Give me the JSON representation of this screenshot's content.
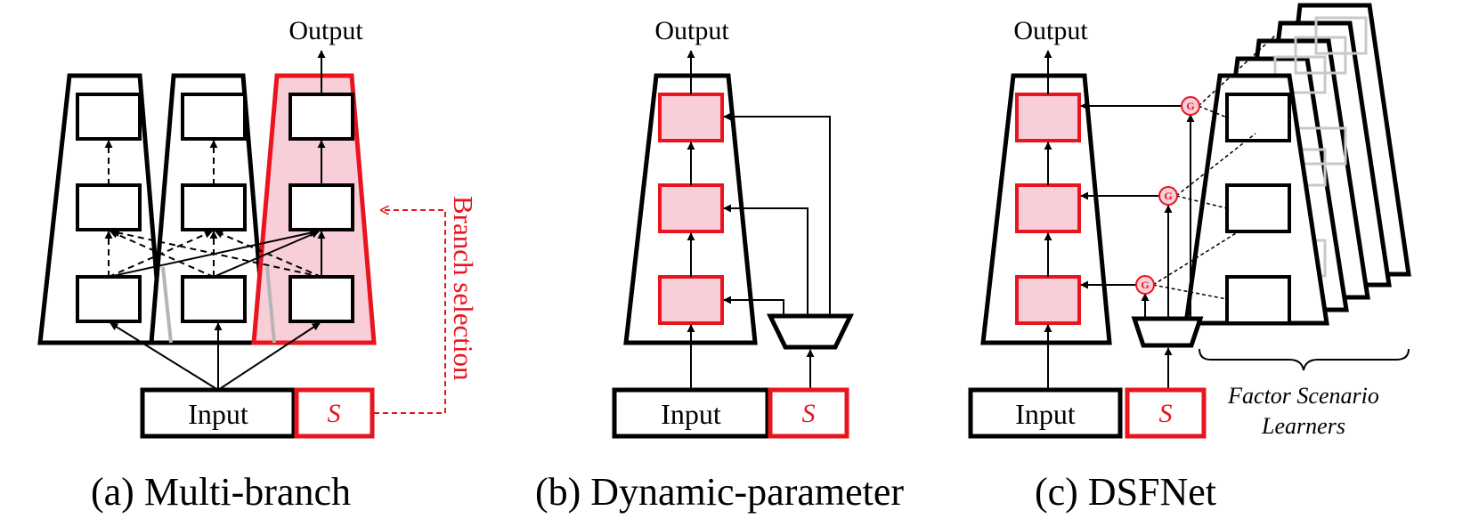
{
  "panel_a": {
    "output_label": "Output",
    "input_label": "Input",
    "s_label": "S",
    "side_label": "Branch selection",
    "caption": "(a) Multi-branch"
  },
  "panel_b": {
    "output_label": "Output",
    "input_label": "Input",
    "s_label": "S",
    "caption": "(b) Dynamic-parameter"
  },
  "panel_c": {
    "output_label": "Output",
    "input_label": "Input",
    "s_label": "S",
    "gate_label": "G",
    "learners_line1": "Factor Scenario",
    "learners_line2": "Learners",
    "caption": "(c) DSFNet"
  },
  "colors": {
    "accent": "#e8141e",
    "fill": "#f8cfd8",
    "ink": "#000000"
  }
}
